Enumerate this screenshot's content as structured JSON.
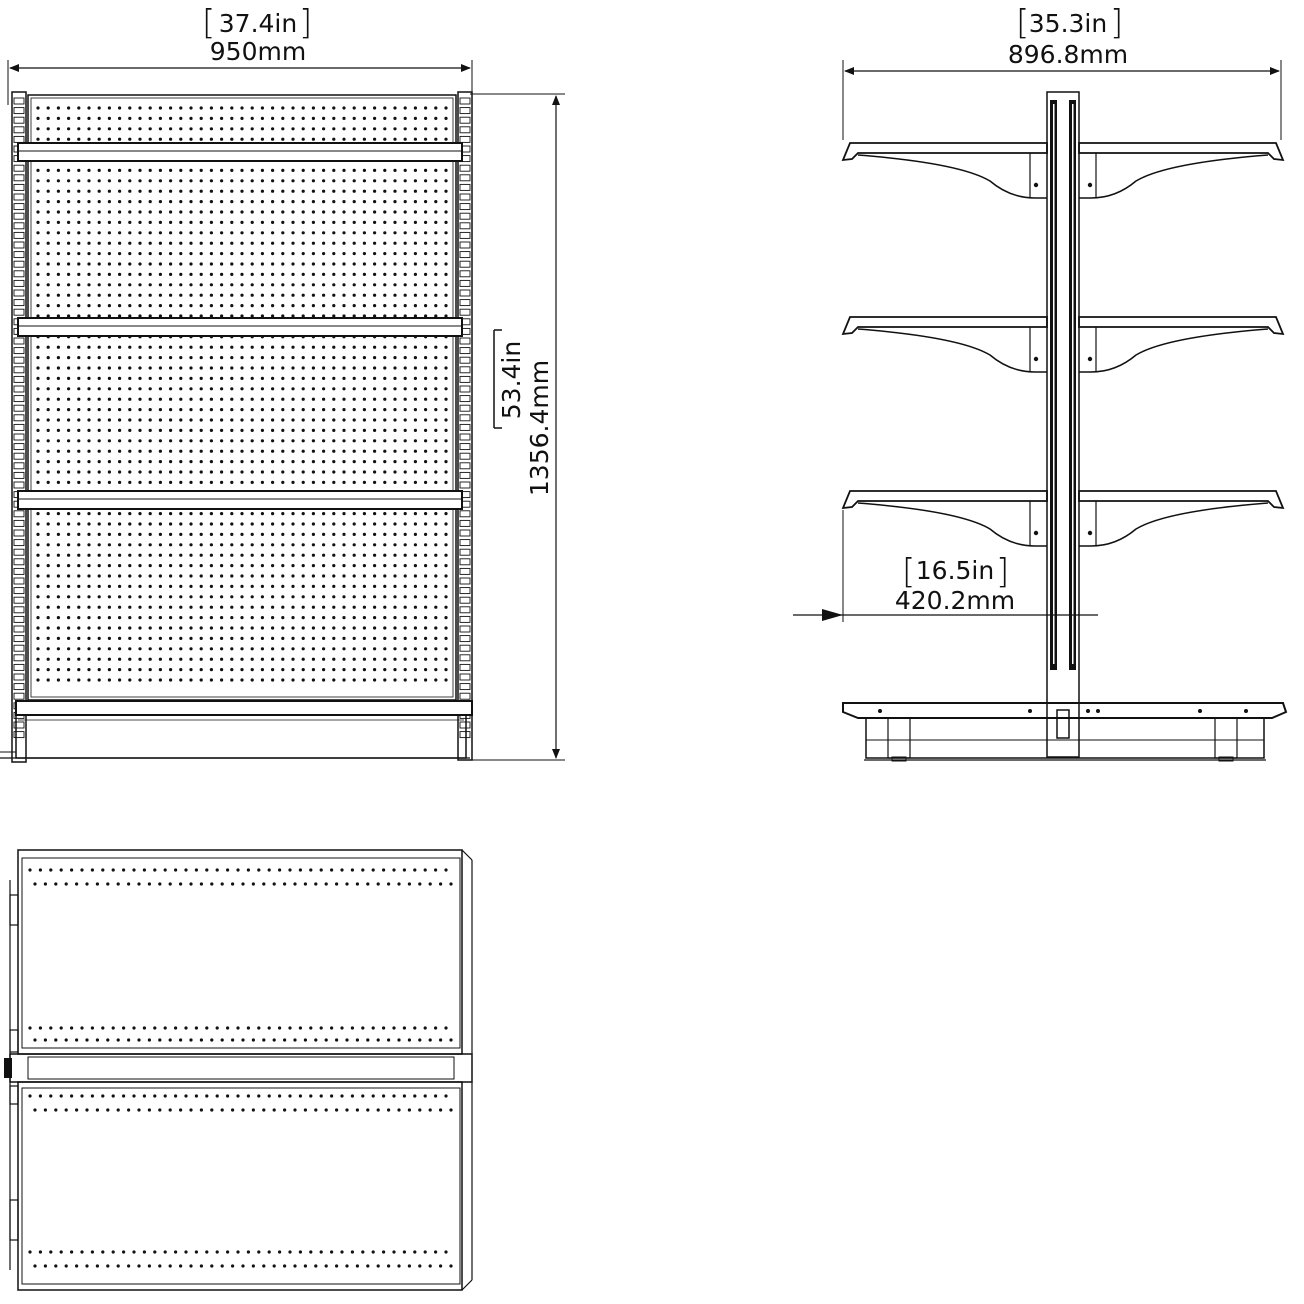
{
  "dimensions": {
    "front_width": {
      "imperial": "37.4in",
      "metric": "950mm"
    },
    "front_height": {
      "imperial": "53.4in",
      "metric": "1356.4mm"
    },
    "side_width": {
      "imperial": "35.3in",
      "metric": "896.8mm"
    },
    "shelf_depth": {
      "imperial": "16.5in",
      "metric": "420.2mm"
    }
  },
  "views": [
    "front-view",
    "side-view",
    "top-view"
  ],
  "colors": {
    "line": "#111111",
    "background": "#ffffff"
  }
}
